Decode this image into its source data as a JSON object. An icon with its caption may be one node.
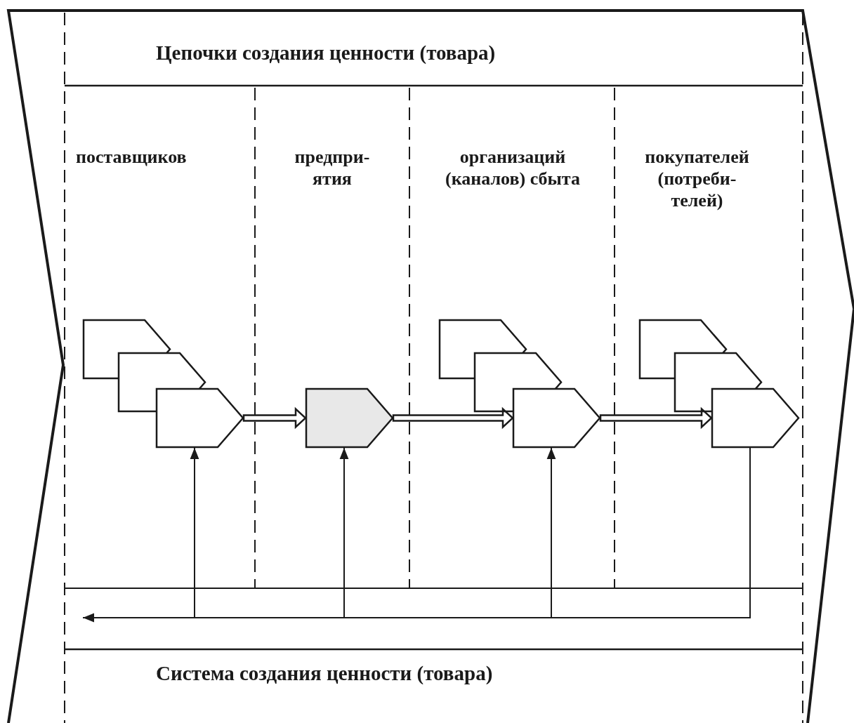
{
  "diagram": {
    "nodes": [
      {
        "text": [
          "Система создания ценности (товара)"
        ]
      },
      {
        "text": [
          "Цепочки создания ценности (товара)"
        ],
        "in": 0
      },
      {
        "text": [
          "поставщиков"
        ],
        "in": 1
      },
      {
        "text": [],
        "shape": "pentagon",
        "in": 2
      },
      {
        "text": [],
        "shape": "pentagon",
        "in": 2
      },
      {
        "text": [],
        "shape": "pentagon",
        "in": 2
      },
      {
        "text": [
          "предпри- ятия"
        ],
        "in": 1
      },
      {
        "text": [],
        "shape": "pentagon",
        "in": 6
      },
      {
        "text": [
          "организаций (каналов) сбыта"
        ],
        "in": 1
      },
      {
        "text": [],
        "shape": "pentagon",
        "in": 8
      },
      {
        "text": [],
        "shape": "pentagon",
        "in": 8
      },
      {
        "text": [],
        "shape": "pentagon",
        "in": 8
      },
      {
        "text": [
          "покупателей (потреби- телей)"
        ],
        "in": 1
      },
      {
        "text": [],
        "shape": "pentagon",
        "in": 12
      },
      {
        "text": [],
        "shape": "pentagon",
        "in": 12
      },
      {
        "text": [],
        "shape": "pentagon",
        "in": 12
      }
    ],
    "edges": [
      {
        "from": 5,
        "to": 7,
        "arrow": "to",
        "style": "thick"
      },
      {
        "from": 7,
        "to": 11,
        "arrow": "to",
        "style": "thick"
      },
      {
        "from": 11,
        "to": 15,
        "arrow": "to",
        "style": "thick"
      },
      {
        "from": 15,
        "to": 5,
        "arrow": "to"
      },
      {
        "from": 15,
        "to": 7,
        "arrow": "to"
      },
      {
        "from": 15,
        "to": 11,
        "arrow": "to"
      },
      {
        "from": 15,
        "to": null,
        "arrow": "to"
      }
    ]
  }
}
